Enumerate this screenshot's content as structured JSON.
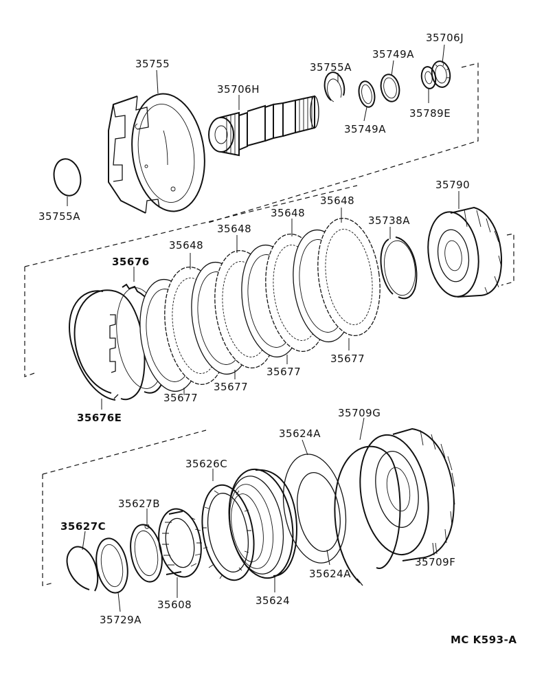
{
  "diagram": {
    "catalog_code": "MC K593-A",
    "labels": {
      "p35706J": "35706J",
      "p35749A_top": "35749A",
      "p35755A_top": "35755A",
      "p35755": "35755",
      "p35706H": "35706H",
      "p35749A_low": "35749A",
      "p35789E": "35789E",
      "p35755A_left": "35755A",
      "p35790": "35790",
      "p35648_a": "35648",
      "p35648_b": "35648",
      "p35648_c": "35648",
      "p35648_d": "35648",
      "p35738A": "35738A",
      "p35676": "35676",
      "p35677_a": "35677",
      "p35677_b": "35677",
      "p35677_c": "35677",
      "p35677_d": "35677",
      "p35676E": "35676E",
      "p35709G": "35709G",
      "p35624A_top": "35624A",
      "p35626C": "35626C",
      "p35627B": "35627B",
      "p35627C": "35627C",
      "p35624A_low": "35624A",
      "p35709F": "35709F",
      "p35729A": "35729A",
      "p35608": "35608",
      "p35624": "35624"
    }
  }
}
